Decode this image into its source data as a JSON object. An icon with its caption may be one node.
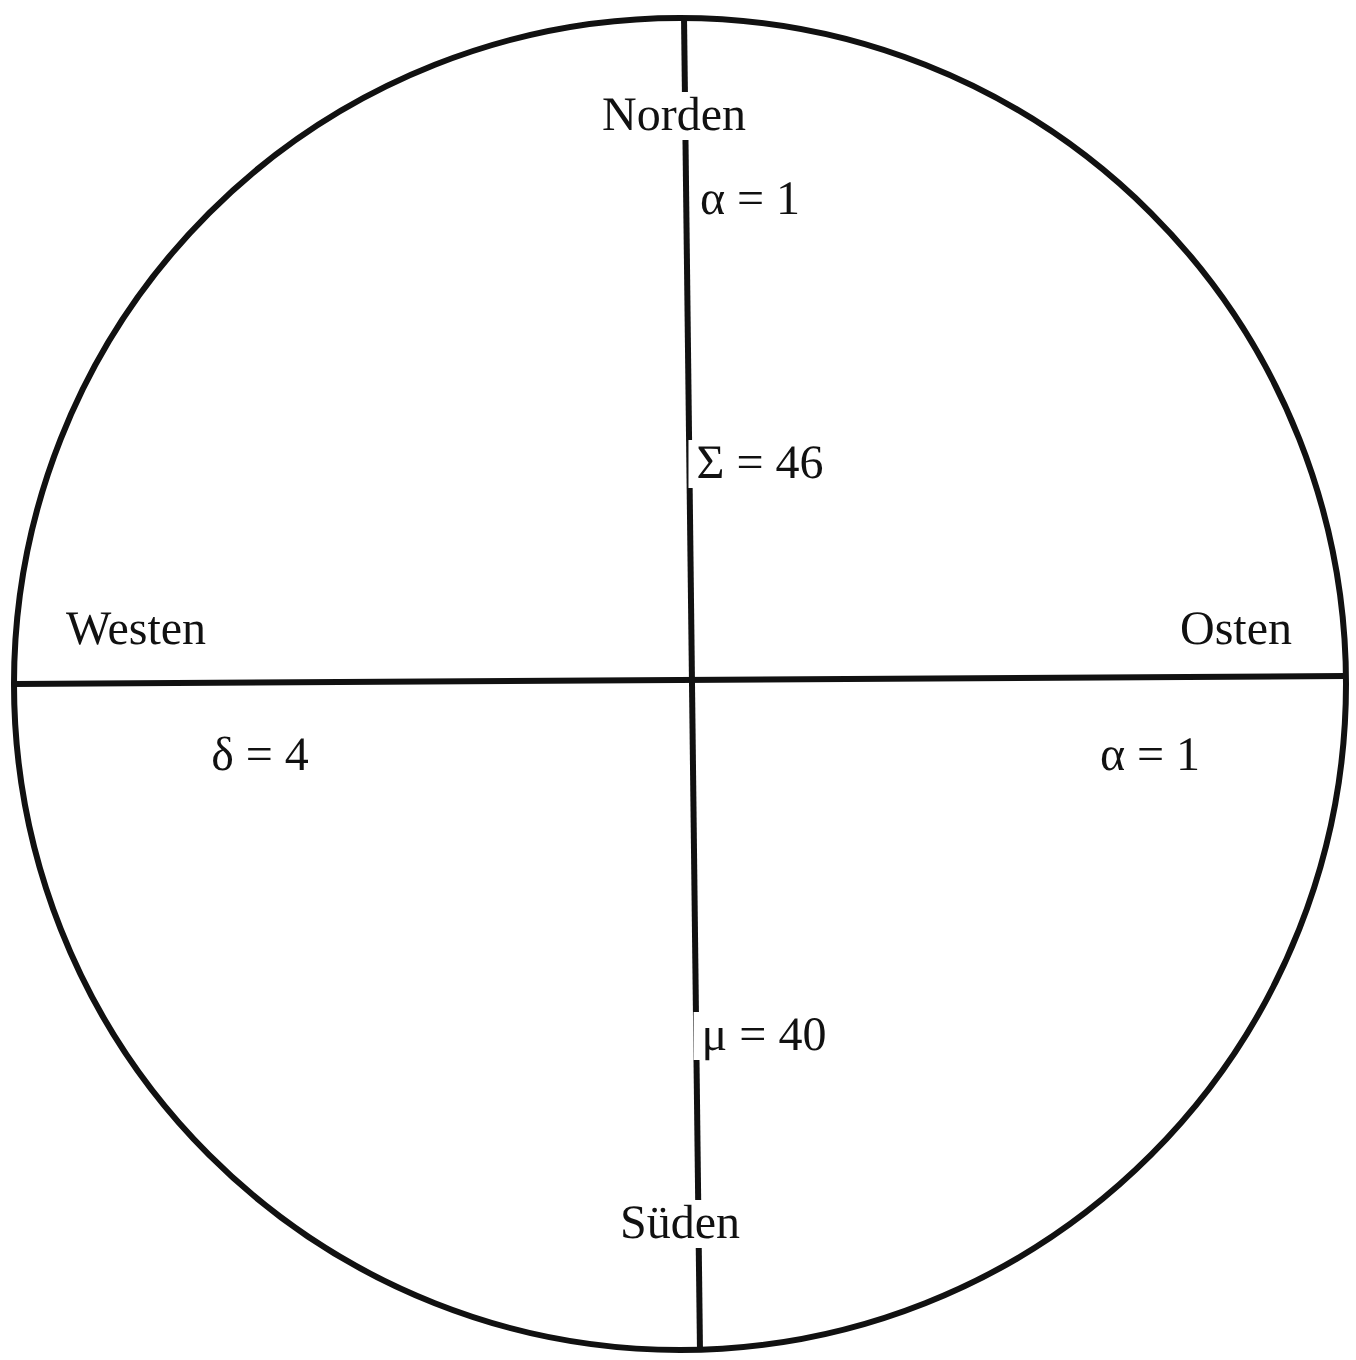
{
  "diagram": {
    "labels": [
      "Norden",
      "α = 1",
      "Σ = 46",
      "Westen",
      "Osten",
      "δ = 4",
      "α = 1",
      "μ = 40",
      "Süden"
    ]
  }
}
